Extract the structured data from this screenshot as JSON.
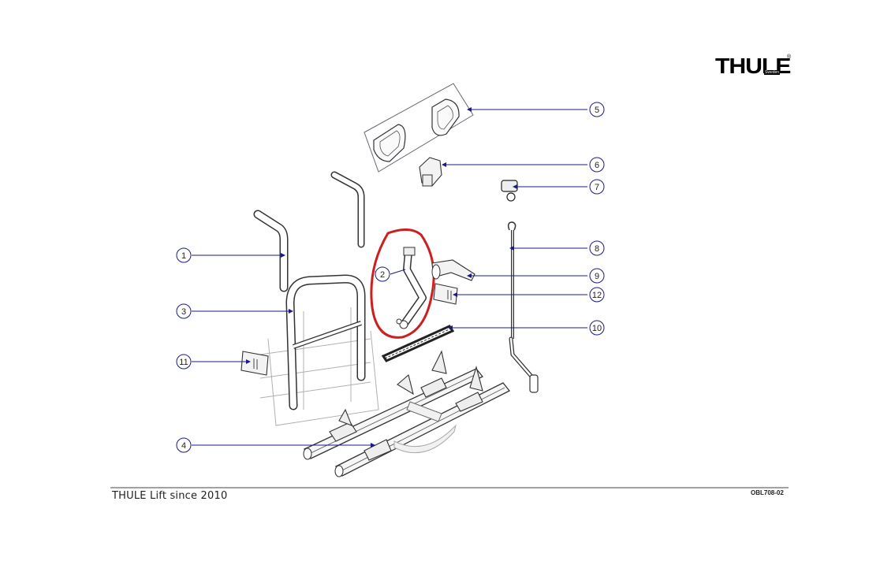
{
  "logo": {
    "text": "THULE",
    "mark": "®",
    "sub": "Sweden"
  },
  "footer": {
    "left": "THULE Lift since 2010",
    "right": "OBL708-02"
  },
  "callouts": [
    "1",
    "2",
    "3",
    "4",
    "5",
    "6",
    "7",
    "8",
    "9",
    "10",
    "11",
    "12"
  ],
  "highlight_color": "#cc1f1f",
  "leader_color": "#1a1a8c"
}
